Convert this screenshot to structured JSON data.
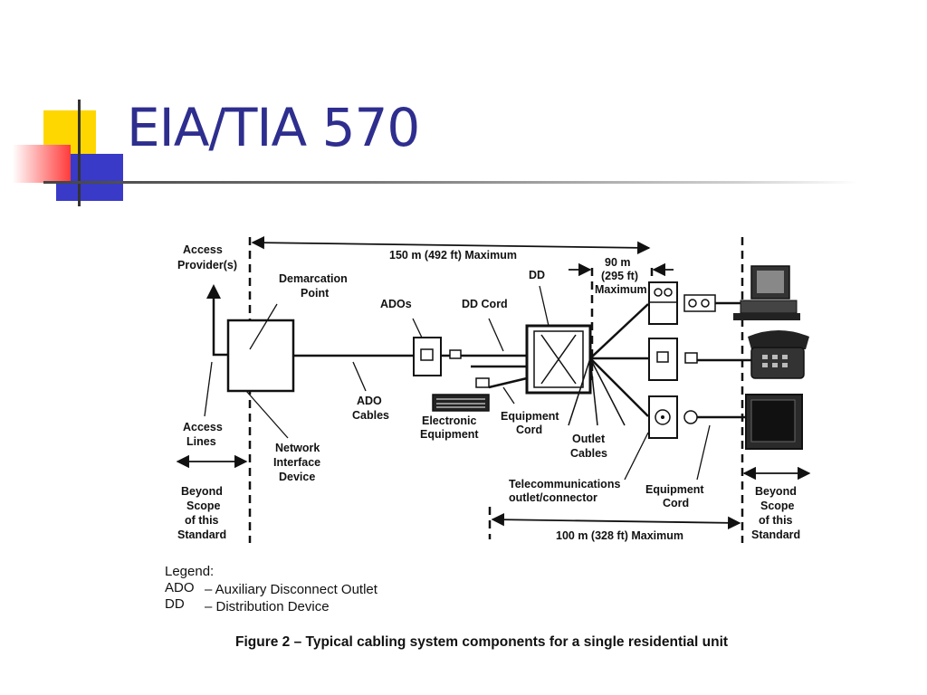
{
  "slide": {
    "title": "EIA/TIA 570",
    "accent_colors": {
      "title": "#2e2e8f",
      "yellow": "#ffd700",
      "blue": "#3333cc",
      "red": "#ff3333"
    }
  },
  "diagram": {
    "labels": {
      "access_providers": [
        "Access",
        "Provider(s)"
      ],
      "span_150": "150 m (492 ft) Maximum",
      "span_90": [
        "90 m",
        "(295 ft)",
        "Maximum"
      ],
      "span_100": "100 m (328 ft) Maximum",
      "demarcation": [
        "Demarcation",
        "Point"
      ],
      "ados": "ADOs",
      "dd_cord": "DD Cord",
      "dd": "DD",
      "ado_cables": [
        "ADO",
        "Cables"
      ],
      "electronic_equipment": [
        "Electronic",
        "Equipment"
      ],
      "equipment_cord_left": [
        "Equipment",
        "Cord"
      ],
      "outlet_cables": [
        "Outlet",
        "Cables"
      ],
      "access_lines": [
        "Access",
        "Lines"
      ],
      "nid": [
        "Network",
        "Interface",
        "Device"
      ],
      "telecom_outlet": [
        "Telecommunications",
        "outlet/connector"
      ],
      "equipment_cord_right": [
        "Equipment",
        "Cord"
      ],
      "beyond_left": [
        "Beyond",
        "Scope",
        "of this",
        "Standard"
      ],
      "beyond_right": [
        "Beyond",
        "Scope",
        "of this",
        "Standard"
      ]
    },
    "icons": [
      "computer-icon",
      "telephone-icon",
      "television-icon",
      "ado-jack-icon",
      "dd-panel-icon",
      "nid-box-icon"
    ]
  },
  "legend": {
    "heading": "Legend:",
    "items": [
      {
        "abbr": "ADO",
        "def": "– Auxiliary Disconnect Outlet"
      },
      {
        "abbr": "DD",
        "def": "– Distribution Device"
      }
    ]
  },
  "figure": {
    "caption": "Figure 2 – Typical cabling system components for a single residential unit"
  }
}
